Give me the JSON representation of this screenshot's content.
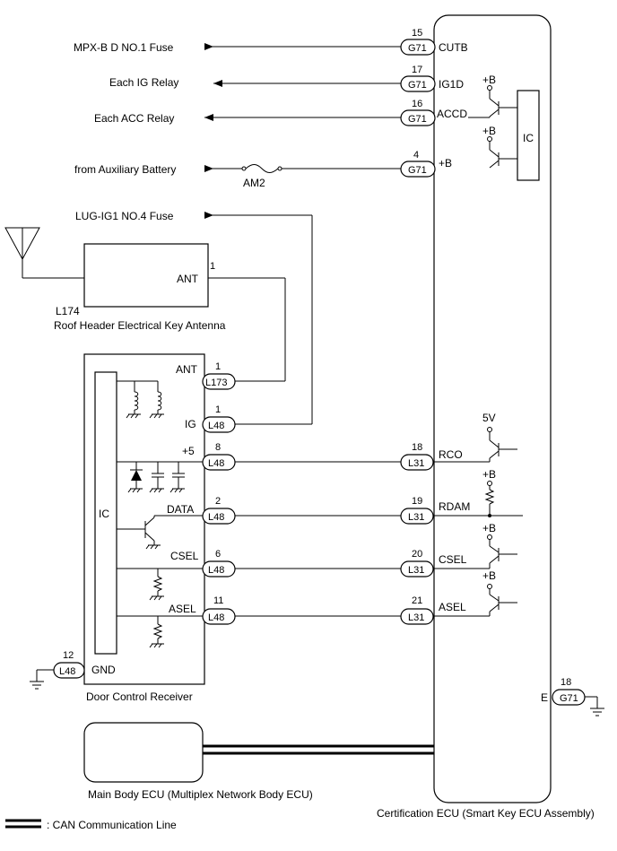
{
  "certification_ecu": {
    "name": "Certification ECU (Smart Key ECU Assembly)",
    "ic_label": "IC",
    "ground": {
      "pin": "18",
      "connector": "G71",
      "terminal": "E"
    },
    "top_pins": [
      {
        "pin": "15",
        "connector": "G71",
        "terminal": "CUTB",
        "source": "MPX-B D NO.1 Fuse"
      },
      {
        "pin": "17",
        "connector": "G71",
        "terminal": "IG1D",
        "source": "Each IG Relay"
      },
      {
        "pin": "16",
        "connector": "G71",
        "terminal": "ACCD",
        "source": "Each ACC Relay"
      },
      {
        "pin": "4",
        "connector": "G71",
        "terminal": "+B",
        "source": "from Auxiliary Battery",
        "fuse": "AM2"
      }
    ],
    "bus_pins": [
      {
        "pin": "18",
        "connector": "L31",
        "terminal": "RCO"
      },
      {
        "pin": "19",
        "connector": "L31",
        "terminal": "RDAM"
      },
      {
        "pin": "20",
        "connector": "L31",
        "terminal": "CSEL"
      },
      {
        "pin": "21",
        "connector": "L31",
        "terminal": "ASEL"
      }
    ],
    "supply_labels": {
      "plus_b": "+B",
      "five_v": "5V"
    }
  },
  "lug_fuse": "LUG-IG1 NO.4 Fuse",
  "antenna": {
    "code": "L174",
    "name": "Roof Header Electrical Key Antenna",
    "terminal": "ANT",
    "pin": "1"
  },
  "door_control_receiver": {
    "name": "Door Control Receiver",
    "ic_label": "IC",
    "pins": [
      {
        "pin": "1",
        "connector": "L173",
        "terminal": "ANT"
      },
      {
        "pin": "1",
        "connector": "L48",
        "terminal": "IG"
      },
      {
        "pin": "8",
        "connector": "L48",
        "terminal": "+5"
      },
      {
        "pin": "2",
        "connector": "L48",
        "terminal": "DATA"
      },
      {
        "pin": "6",
        "connector": "L48",
        "terminal": "CSEL"
      },
      {
        "pin": "11",
        "connector": "L48",
        "terminal": "ASEL"
      }
    ],
    "ground": {
      "pin": "12",
      "connector": "L48",
      "terminal": "GND"
    }
  },
  "main_body_ecu": "Main Body ECU (Multiplex Network Body ECU)",
  "legend": ": CAN Communication Line"
}
